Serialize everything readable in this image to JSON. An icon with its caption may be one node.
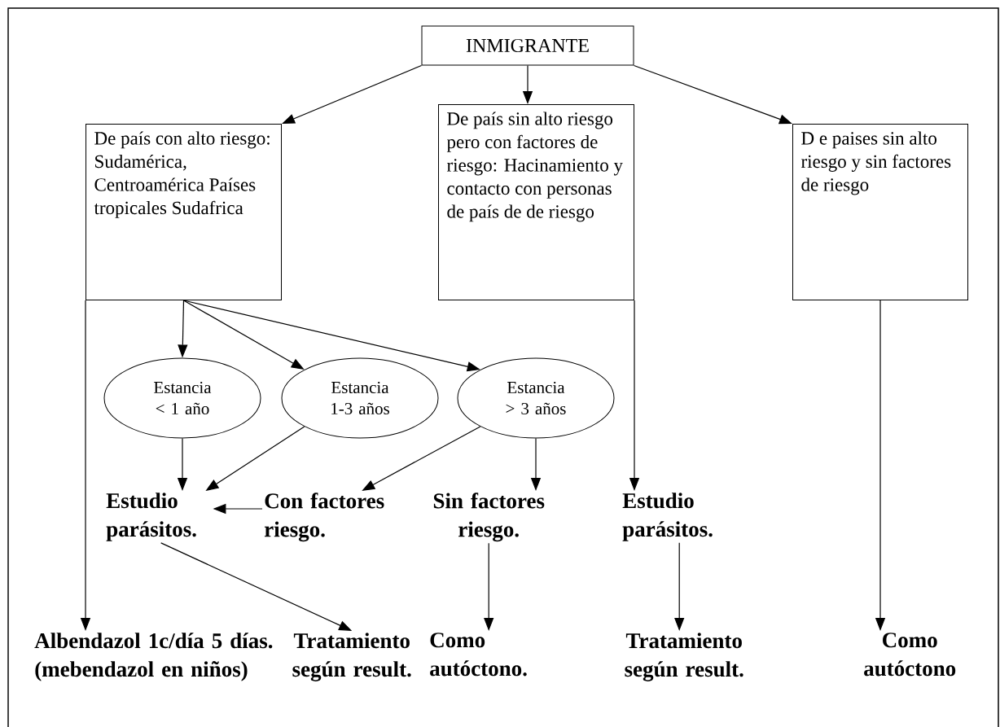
{
  "diagram": {
    "nodes": [
      {
        "text": [
          "INMIGRANTE"
        ]
      },
      {
        "text": [
          "De país con alto riesgo: Sudamérica, Centroamérica Países tropicales Sudafrica"
        ]
      },
      {
        "text": [
          "De país sin alto riesgo pero con factores de riesgo: Hacinamiento y contacto con personas de país de de riesgo"
        ]
      },
      {
        "text": [
          "D e paises sin alto riesgo y sin factores de riesgo"
        ]
      },
      {
        "text": [
          "Estancia < 1 año"
        ]
      },
      {
        "text": [
          "Estancia 1-3 años"
        ]
      },
      {
        "text": [
          "Estancia > 3 años"
        ]
      },
      {
        "text": [
          "Estudio parásitos."
        ]
      },
      {
        "text": [
          "Con factores riesgo."
        ]
      },
      {
        "text": [
          "Sin factores riesgo."
        ]
      },
      {
        "text": [
          "Estudio parásitos."
        ]
      },
      {
        "text": [
          "Albendazol 1c/día 5 días. (mebendazol en niños)"
        ]
      },
      {
        "text": [
          "Tratamiento según result."
        ]
      },
      {
        "text": [
          "Como autóctono."
        ]
      },
      {
        "text": [
          "Tratamiento según result."
        ]
      },
      {
        "text": [
          "Como autóctono"
        ]
      }
    ],
    "edges": [
      {
        "from": 0,
        "to": 1,
        "arrow": "to"
      },
      {
        "from": 0,
        "to": 2,
        "arrow": "to"
      },
      {
        "from": 0,
        "to": 3,
        "arrow": "to"
      },
      {
        "from": 1,
        "to": 4,
        "arrow": "to"
      },
      {
        "from": 1,
        "to": 5,
        "arrow": "to"
      },
      {
        "from": 1,
        "to": 6,
        "arrow": "to"
      },
      {
        "from": 4,
        "to": 7,
        "arrow": "to"
      },
      {
        "from": 5,
        "to": 7,
        "arrow": "to"
      },
      {
        "from": 6,
        "to": 8,
        "arrow": "to"
      },
      {
        "from": 6,
        "to": 9,
        "arrow": "to"
      },
      {
        "from": 8,
        "to": 7,
        "arrow": "to"
      },
      {
        "from": 2,
        "to": 10,
        "arrow": "to"
      },
      {
        "from": 1,
        "to": 11,
        "arrow": "to"
      },
      {
        "from": 7,
        "to": 12,
        "arrow": "to"
      },
      {
        "from": 9,
        "to": 13,
        "arrow": "to"
      },
      {
        "from": 10,
        "to": 14,
        "arrow": "to"
      },
      {
        "from": 3,
        "to": 15,
        "arrow": "to"
      }
    ]
  }
}
